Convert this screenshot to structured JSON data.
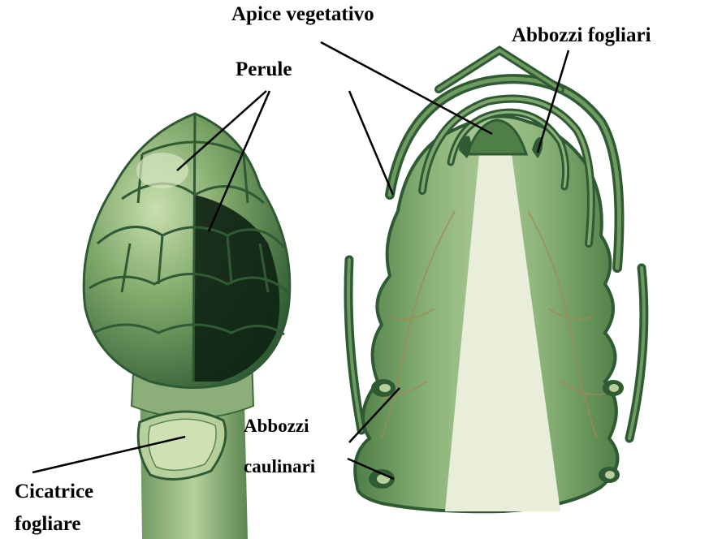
{
  "labels": {
    "apice_vegetativo": "Apice vegetativo",
    "abbozzi_fogliari": "Abbozzi fogliari",
    "perule": "Perule",
    "abbozzi_caulinari_line1": "Abbozzi",
    "abbozzi_caulinari_line2": "caulinari",
    "cicatrice_line1": "Cicatrice",
    "cicatrice_line2": "fogliare"
  },
  "colors": {
    "background": "#ffffff",
    "leaf_dark": "#2e5b34",
    "leaf_mid": "#5f8f55",
    "leaf_light": "#9fc08a",
    "pith": "#e8eed9",
    "bud_shadow": "#0f2414",
    "leader_line": "#000000"
  }
}
